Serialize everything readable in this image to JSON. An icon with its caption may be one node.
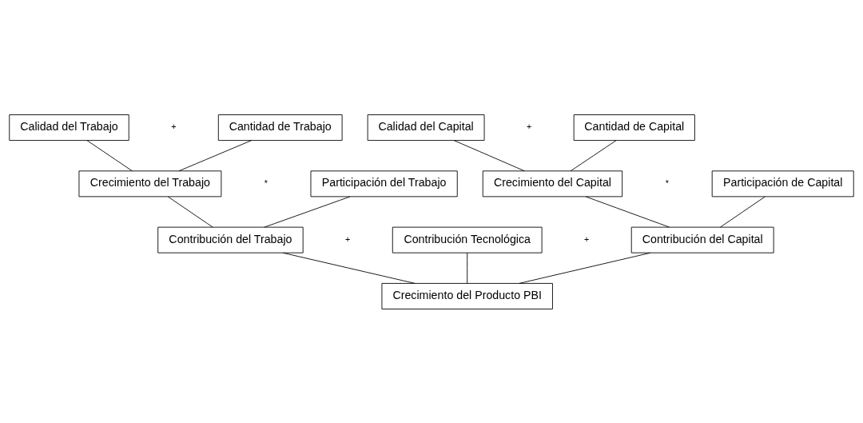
{
  "diagram": {
    "nodes": [
      {
        "text": [
          "Calidad del Trabajo"
        ]
      },
      {
        "text": [
          "Cantidad de Trabajo"
        ]
      },
      {
        "text": [
          "Calidad del Capital"
        ]
      },
      {
        "text": [
          "Cantidad de Capital"
        ]
      },
      {
        "text": [
          "Crecimiento del Trabajo"
        ]
      },
      {
        "text": [
          "Participación del Trabajo"
        ]
      },
      {
        "text": [
          "Crecimiento del Capital"
        ]
      },
      {
        "text": [
          "Participación de Capital"
        ]
      },
      {
        "text": [
          "Contribución del Trabajo"
        ]
      },
      {
        "text": [
          "Contribución Tecnológica"
        ]
      },
      {
        "text": [
          "Contribución del Capital"
        ]
      },
      {
        "text": [
          "Crecimiento del Producto PBI"
        ]
      }
    ],
    "edges": [
      {
        "from": 0,
        "to": 4,
        "arrow": "none"
      },
      {
        "from": 1,
        "to": 4,
        "arrow": "none"
      },
      {
        "from": 2,
        "to": 6,
        "arrow": "none"
      },
      {
        "from": 3,
        "to": 6,
        "arrow": "none"
      },
      {
        "from": 4,
        "to": 8,
        "arrow": "none"
      },
      {
        "from": 5,
        "to": 8,
        "arrow": "none"
      },
      {
        "from": 6,
        "to": 10,
        "arrow": "none"
      },
      {
        "from": 7,
        "to": 10,
        "arrow": "none"
      },
      {
        "from": 8,
        "to": 11,
        "arrow": "none"
      },
      {
        "from": 9,
        "to": 11,
        "arrow": "none"
      },
      {
        "from": 10,
        "to": 11,
        "arrow": "none"
      }
    ],
    "labels": [
      "+",
      "+",
      "*",
      "*",
      "+",
      "+"
    ]
  }
}
